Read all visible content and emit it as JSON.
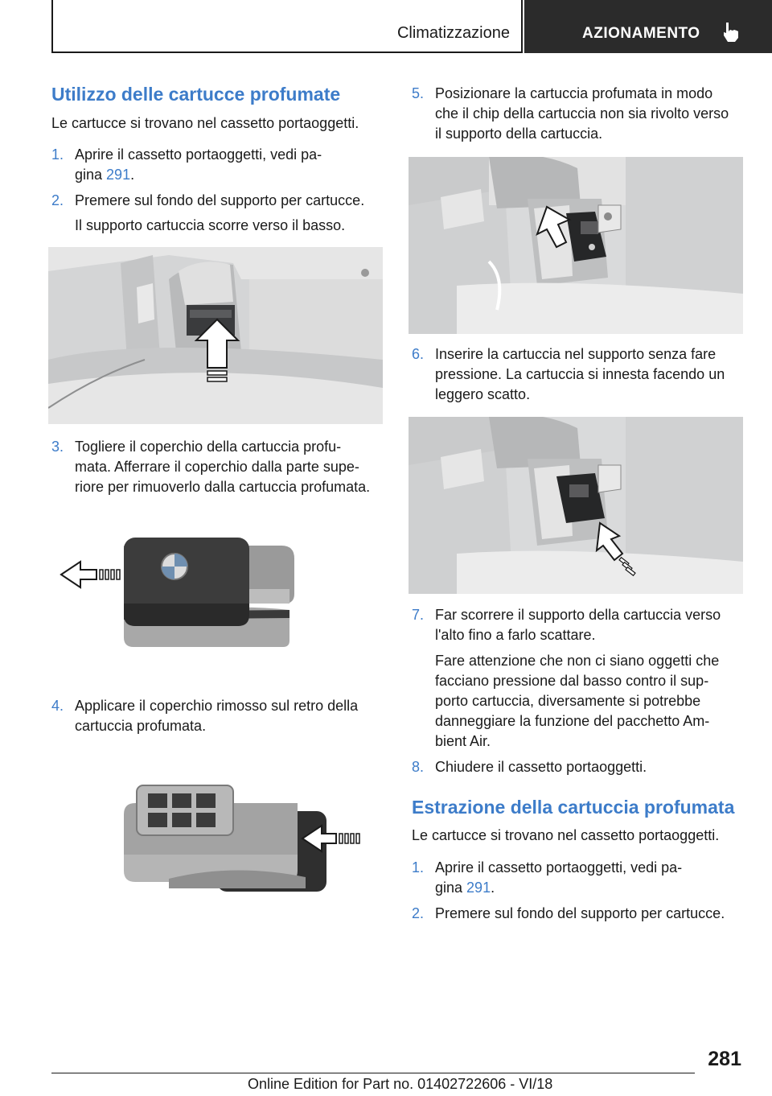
{
  "header": {
    "section": "Climatizzazione",
    "chapter": "AZIONAMENTO"
  },
  "left": {
    "title": "Utilizzo delle cartucce profumate",
    "intro": "Le cartucce si trovano nel cassetto portaoggetti.",
    "step1": {
      "num": "1.",
      "line1": "Aprire il cassetto portaoggetti, vedi pa‐",
      "line2_pre": "gina ",
      "link": "291",
      "line2_post": "."
    },
    "step2": {
      "num": "2.",
      "text": "Premere sul fondo del supporto per cartucce.",
      "note": "Il supporto cartuccia scorre verso il basso."
    },
    "step3": {
      "num": "3.",
      "line1": "Togliere il coperchio della cartuccia profu‐",
      "line2": "mata. Afferrare il coperchio dalla parte supe‐",
      "line3": "riore per rimuoverlo dalla cartuccia profumata."
    },
    "step4": {
      "num": "4.",
      "line1": "Applicare il coperchio rimosso sul retro della",
      "line2": "cartuccia profumata."
    }
  },
  "right": {
    "step5": {
      "num": "5.",
      "line1": "Posizionare la cartuccia profumata in modo",
      "line2": "che il chip della cartuccia non sia rivolto verso",
      "line3": "il supporto della cartuccia."
    },
    "step6": {
      "num": "6.",
      "line1": "Inserire la cartuccia nel supporto senza fare",
      "line2": "pressione. La cartuccia si innesta facendo un",
      "line3": "leggero scatto."
    },
    "step7": {
      "num": "7.",
      "line1": "Far scorrere il supporto della cartuccia verso",
      "line2": "l'alto fino a farlo scattare.",
      "note1": "Fare attenzione che non ci siano oggetti che",
      "note2": "facciano pressione dal basso contro il sup‐",
      "note3": "porto cartuccia, diversamente si potrebbe",
      "note4": "danneggiare la funzione del pacchetto Am‐",
      "note5": "bient Air."
    },
    "step8": {
      "num": "8.",
      "text": "Chiudere il cassetto portaoggetti."
    },
    "title2": "Estrazione della cartuccia profumata",
    "intro2": "Le cartucce si trovano nel cassetto portaoggetti.",
    "step1b": {
      "num": "1.",
      "line1": "Aprire il cassetto portaoggetti, vedi pa‐",
      "line2_pre": "gina ",
      "link": "291",
      "line2_post": "."
    },
    "step2b": {
      "num": "2.",
      "text": "Premere sul fondo del supporto per cartucce."
    }
  },
  "footer": {
    "page": "281",
    "edition": "Online Edition for Part no. 01402722606 - VI/18"
  },
  "colors": {
    "accent": "#3d7cc9",
    "tab": "#2b2b2b"
  }
}
